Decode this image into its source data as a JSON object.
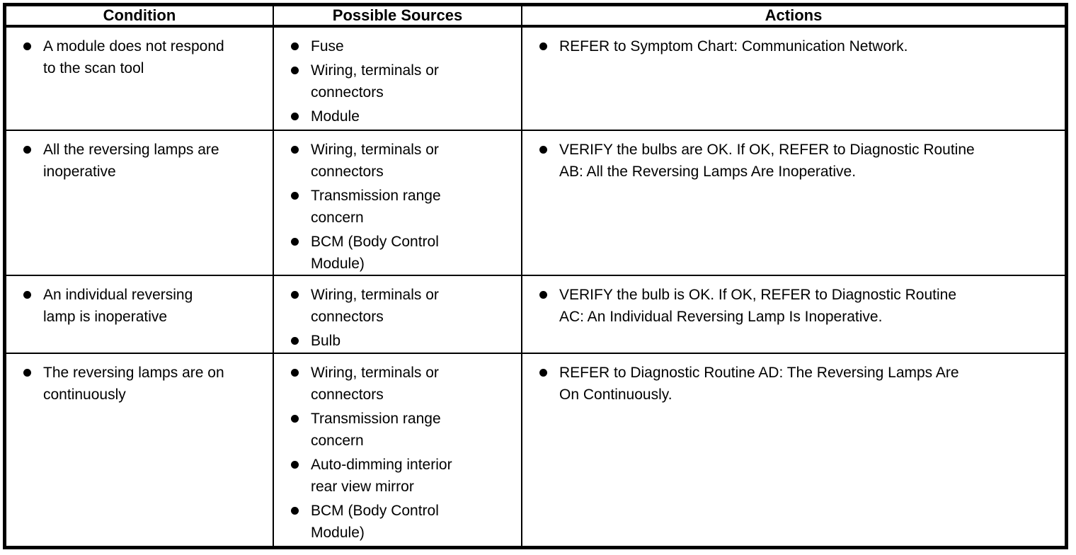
{
  "colors": {
    "border": "#000000",
    "background": "#ffffff",
    "text": "#000000"
  },
  "table": {
    "headers": {
      "condition": "Condition",
      "sources": "Possible Sources",
      "actions": "Actions"
    },
    "rows": [
      {
        "condition": [
          "A module does not respond\nto the scan tool"
        ],
        "sources": [
          "Fuse",
          "Wiring, terminals or\nconnectors",
          "Module"
        ],
        "actions": [
          "REFER to Symptom Chart: Communication Network."
        ]
      },
      {
        "condition": [
          "All the reversing lamps are\ninoperative"
        ],
        "sources": [
          "Wiring, terminals or\nconnectors",
          "Transmission range\nconcern",
          "BCM (Body Control\nModule)"
        ],
        "actions": [
          "VERIFY the bulbs are OK. If OK, REFER to Diagnostic Routine\nAB: All the Reversing Lamps Are Inoperative."
        ]
      },
      {
        "condition": [
          "An individual reversing\nlamp is inoperative"
        ],
        "sources": [
          "Wiring, terminals or\nconnectors",
          "Bulb"
        ],
        "actions": [
          "VERIFY the bulb is OK. If OK, REFER to Diagnostic Routine\nAC: An Individual Reversing Lamp Is Inoperative."
        ]
      },
      {
        "condition": [
          "The reversing lamps are on\ncontinuously"
        ],
        "sources": [
          "Wiring, terminals or\nconnectors",
          "Transmission range\nconcern",
          "Auto-dimming interior\nrear view mirror",
          "BCM (Body Control\nModule)"
        ],
        "actions": [
          "REFER to Diagnostic Routine AD: The Reversing Lamps Are\nOn Continuously."
        ]
      }
    ]
  }
}
